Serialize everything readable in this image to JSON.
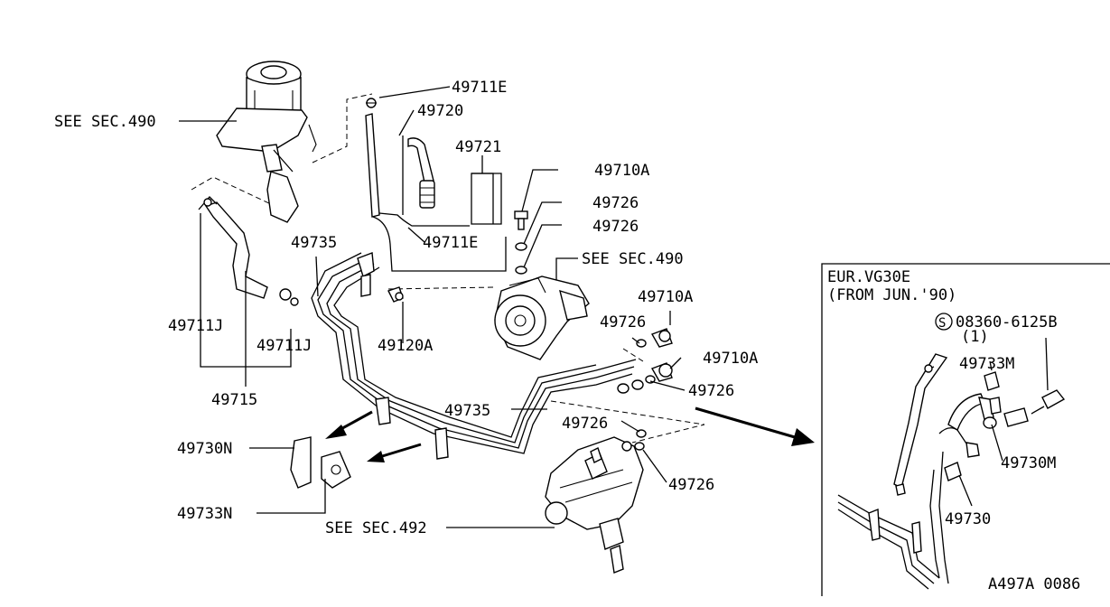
{
  "callouts": {
    "see_sec_490_top": "SEE SEC.490",
    "p49711E_top": "49711E",
    "p49720": "49720",
    "p49721": "49721",
    "p49710A_1": "49710A",
    "p49726_1": "49726",
    "p49726_2": "49726",
    "p49711E_mid": "49711E",
    "p49735_top": "49735",
    "see_sec_490_pump": "SEE SEC.490",
    "p49711J_left": "49711J",
    "p49711J_right": "49711J",
    "p49120A": "49120A",
    "p49710A_2": "49710A",
    "p49726_3": "49726",
    "p49710A_3": "49710A",
    "p49715": "49715",
    "p49726_4": "49726",
    "p49735_mid": "49735",
    "p49726_5": "49726",
    "p49730N": "49730N",
    "p49726_6": "49726",
    "p49733N": "49733N",
    "see_sec_492": "SEE SEC.492"
  },
  "inset": {
    "title": "EUR.VG30E",
    "subtitle": "(FROM JUN.'90)",
    "screw_symbol": "S",
    "screw_part": "08360-6125B",
    "screw_qty": "(1)",
    "p49733M": "49733M",
    "p49730M": "49730M",
    "p49730": "49730"
  },
  "figure_code": "A497A 0086"
}
